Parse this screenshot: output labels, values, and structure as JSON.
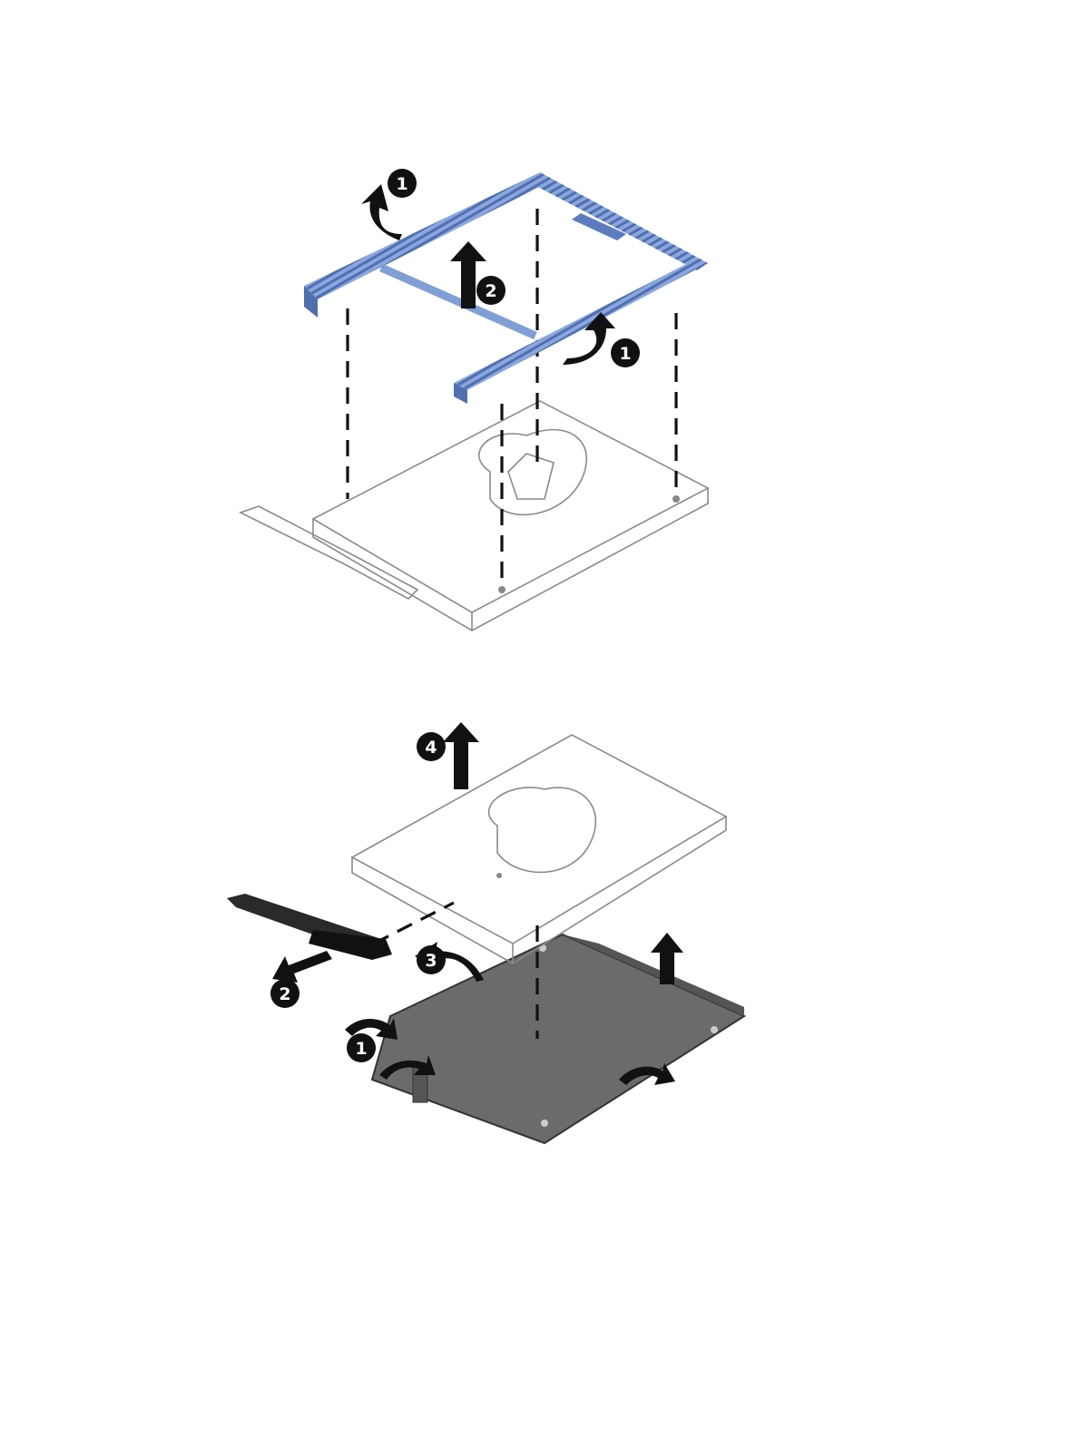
{
  "figure_top": {
    "callouts": [
      "1",
      "2",
      "1"
    ]
  },
  "figure_bottom": {
    "callouts": [
      "4",
      "2",
      "3",
      "1"
    ]
  },
  "colors": {
    "bumper": "#7f9fd6",
    "bumper_dark": "#4f6fb0",
    "bracket": "#6b6b6b",
    "arrow": "#111111"
  }
}
